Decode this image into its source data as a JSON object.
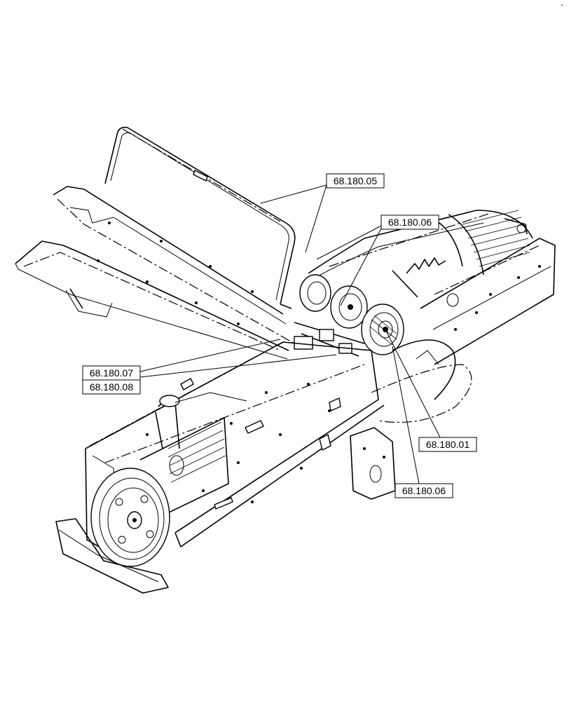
{
  "callouts": [
    {
      "id": "c1",
      "label": "68.180.05"
    },
    {
      "id": "c2",
      "label": "68.180.06"
    },
    {
      "id": "c3",
      "label": "68.180.07"
    },
    {
      "id": "c4",
      "label": "68.180.08"
    },
    {
      "id": "c5",
      "label": "68.180.01"
    },
    {
      "id": "c6",
      "label": "68.180.06"
    }
  ],
  "page_marks": {
    "corner_dot": "."
  }
}
